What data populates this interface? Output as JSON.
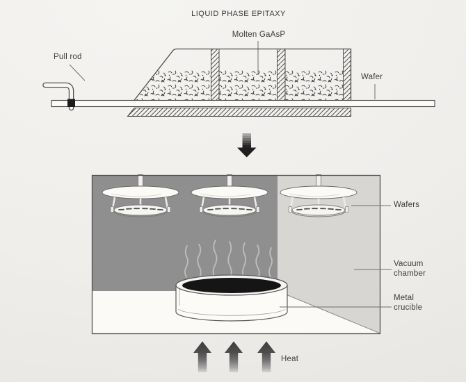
{
  "title": "LIQUID PHASE EPITAXY",
  "top_diagram": {
    "pull_rod_label": "Pull rod",
    "molten_label": "Molten GaAsP",
    "wafer_label": "Wafer"
  },
  "bottom_diagram": {
    "wafers_label": "Wafers",
    "vacuum_chamber_label": [
      "Vacuum",
      "chamber"
    ],
    "metal_crucible_label": [
      "Metal",
      "crucible"
    ],
    "heat_label": "Heat"
  },
  "colors": {
    "background": "#f0eeeb",
    "outline": "#4a4a4a",
    "dark_wall": "#8f8f8f",
    "light_panel": "#d7d6d3",
    "floor": "#fbfaf7",
    "molten_surface": "#151515",
    "label_text": "#3e3e3e"
  }
}
